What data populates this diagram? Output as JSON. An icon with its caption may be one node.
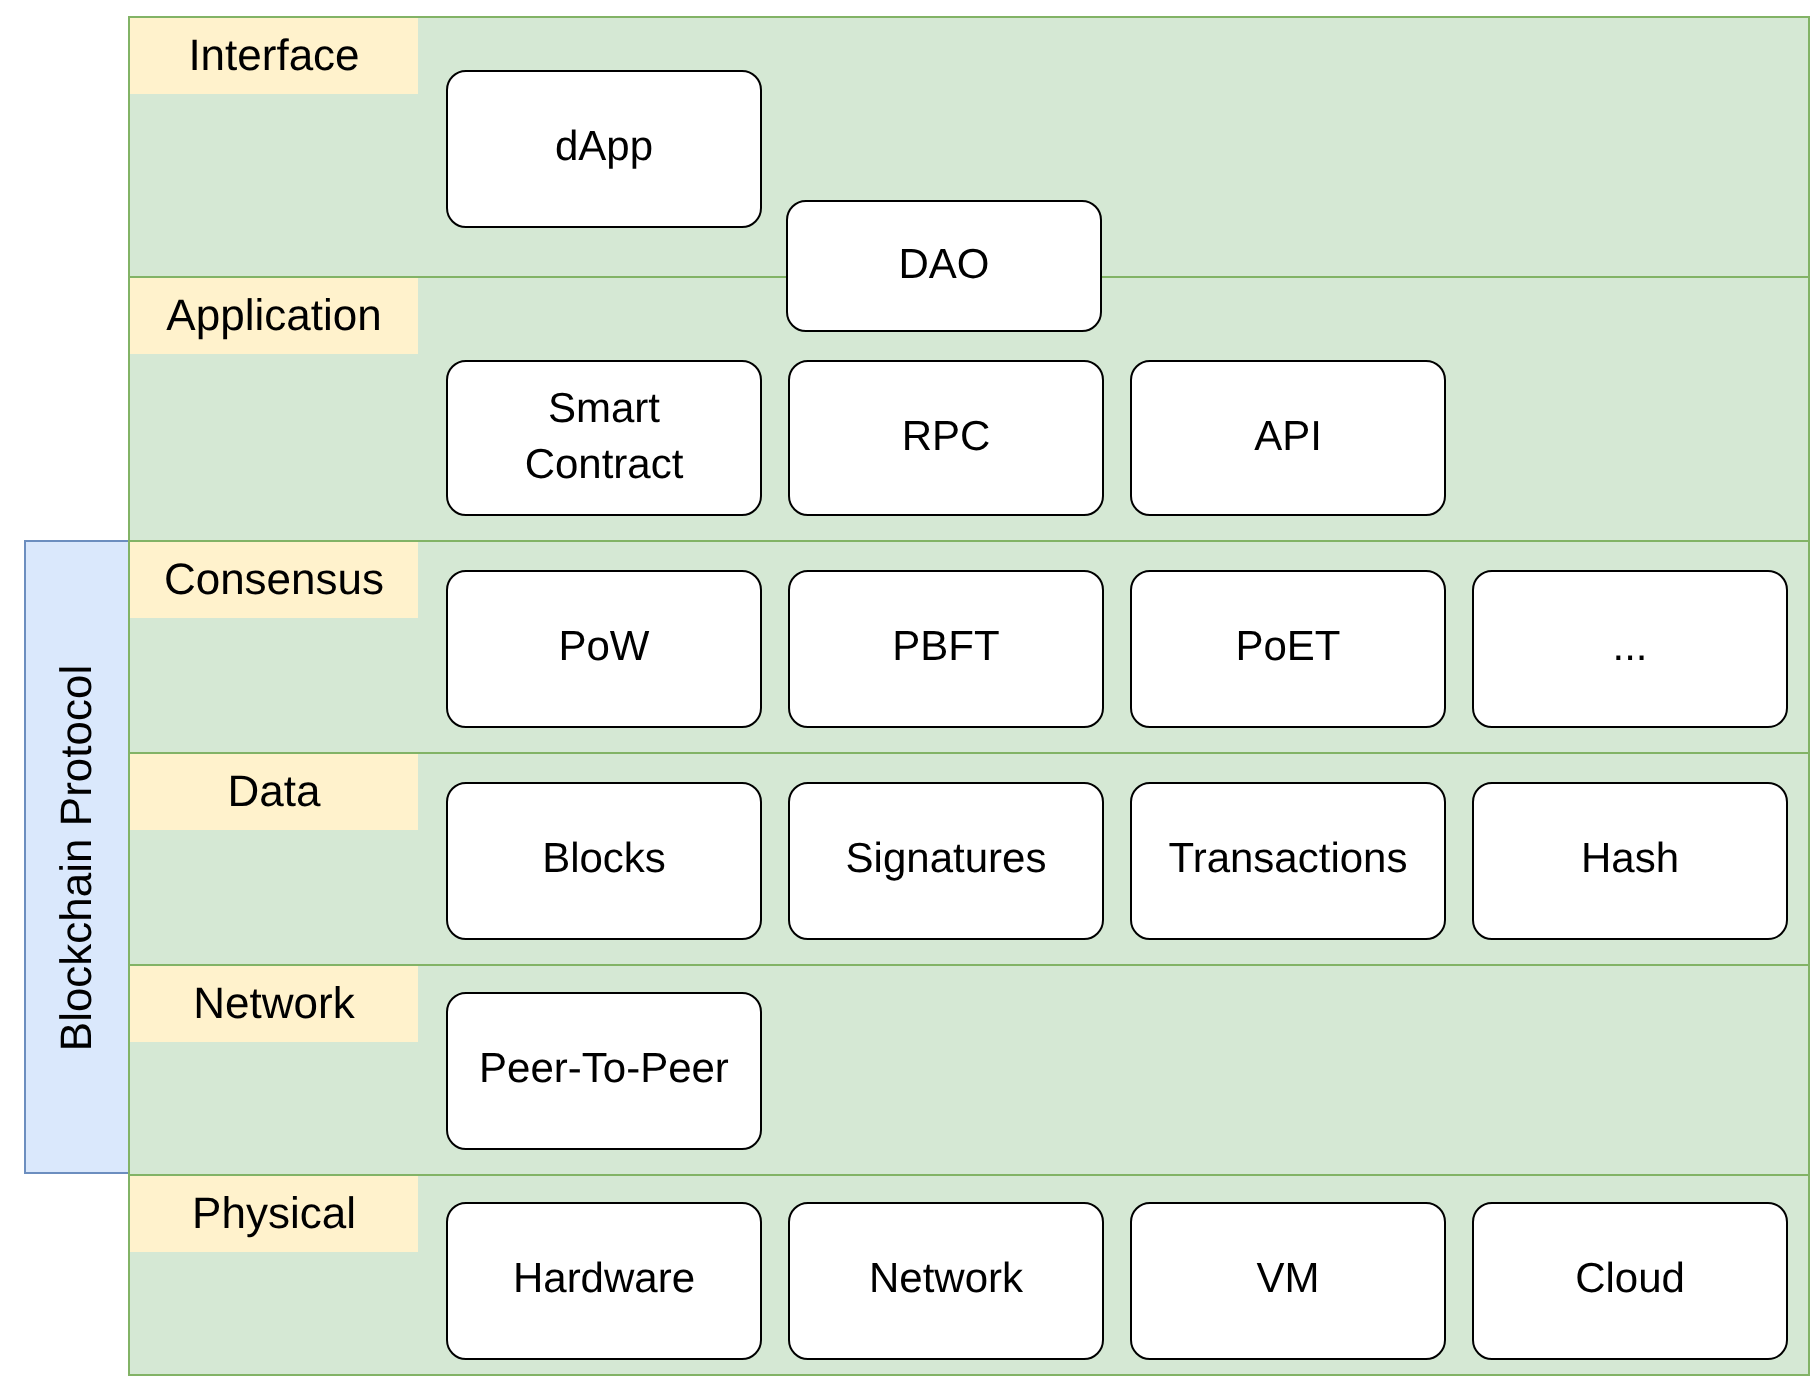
{
  "diagram": {
    "nodes": [
      {
        "text": [
          "Interface"
        ]
      },
      {
        "text": [
          "dApp"
        ],
        "in": 0
      },
      {
        "text": [
          "DAO"
        ]
      },
      {
        "text": [
          "Application"
        ]
      },
      {
        "text": [
          "Smart Contract"
        ],
        "in": 3
      },
      {
        "text": [
          "RPC"
        ],
        "in": 3
      },
      {
        "text": [
          "API"
        ],
        "in": 3
      },
      {
        "text": [
          "Blockchain Protocol"
        ]
      },
      {
        "text": [
          "Consensus"
        ]
      },
      {
        "text": [
          "PoW"
        ],
        "in": 8
      },
      {
        "text": [
          "PBFT"
        ],
        "in": 8
      },
      {
        "text": [
          "PoET"
        ],
        "in": 8
      },
      {
        "text": [
          "..."
        ],
        "in": 8
      },
      {
        "text": [
          "Data"
        ]
      },
      {
        "text": [
          "Blocks"
        ],
        "in": 13
      },
      {
        "text": [
          "Signatures"
        ],
        "in": 13
      },
      {
        "text": [
          "Transactions"
        ],
        "in": 13
      },
      {
        "text": [
          "Hash"
        ],
        "in": 13
      },
      {
        "text": [
          "Network"
        ]
      },
      {
        "text": [
          "Peer-To-Peer"
        ],
        "in": 18
      },
      {
        "text": [
          "Physical"
        ]
      },
      {
        "text": [
          "Hardware"
        ],
        "in": 20
      },
      {
        "text": [
          "Network"
        ],
        "in": 20
      },
      {
        "text": [
          "VM"
        ],
        "in": 20
      },
      {
        "text": [
          "Cloud"
        ],
        "in": 20
      }
    ]
  }
}
